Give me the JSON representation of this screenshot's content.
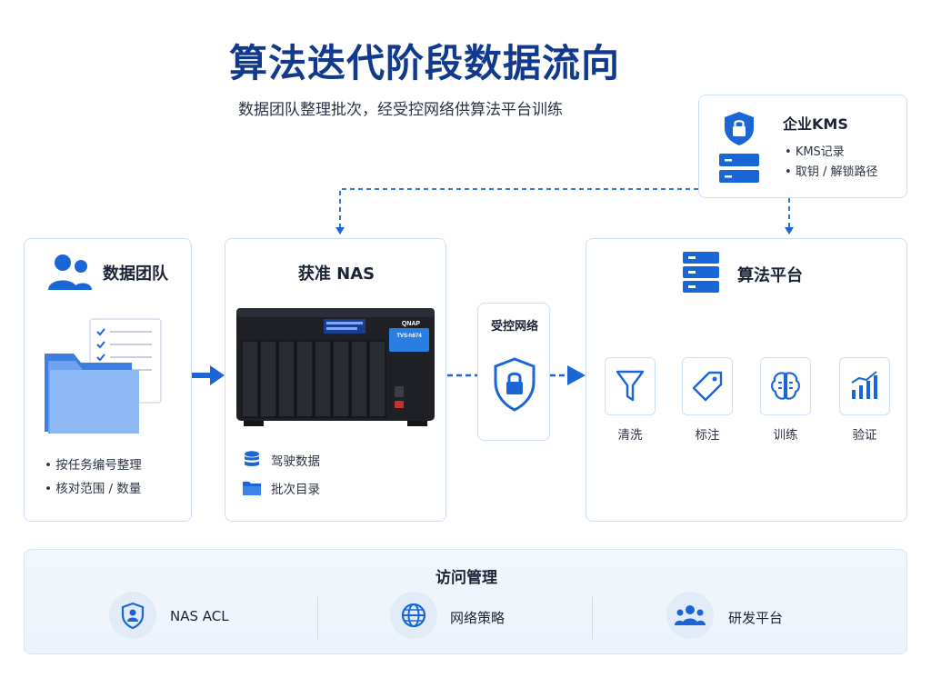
{
  "title": "算法迭代阶段数据流向",
  "subtitle": "数据团队整理批次，经受控网络供算法平台训练",
  "kms": {
    "title": "企业KMS",
    "items": [
      "KMS记录",
      "取钥 / 解锁路径"
    ]
  },
  "team": {
    "title": "数据团队",
    "items": [
      "按任务编号整理",
      "核对范围 / 数量"
    ]
  },
  "nas": {
    "title": "获准 NAS",
    "device_brand": "QNAP",
    "device_model": "TVS-h674",
    "items": [
      "驾驶数据",
      "批次目录"
    ]
  },
  "network": {
    "title": "受控网络"
  },
  "algo": {
    "title": "算法平台",
    "steps": [
      "清洗",
      "标注",
      "训练",
      "验证"
    ]
  },
  "access": {
    "title": "访问管理",
    "items": [
      "NAS ACL",
      "网络策略",
      "研发平台"
    ]
  },
  "colors": {
    "primary": "#1a66d6",
    "title": "#123a8c",
    "border": "#cfe0f5"
  },
  "icons": [
    "shield-lock-icon",
    "server-icon",
    "users-icon",
    "folder-icon",
    "checklist-icon",
    "database-icon",
    "filter-icon",
    "tag-icon",
    "brain-icon",
    "chart-icon",
    "globe-icon",
    "user-shield-icon"
  ]
}
